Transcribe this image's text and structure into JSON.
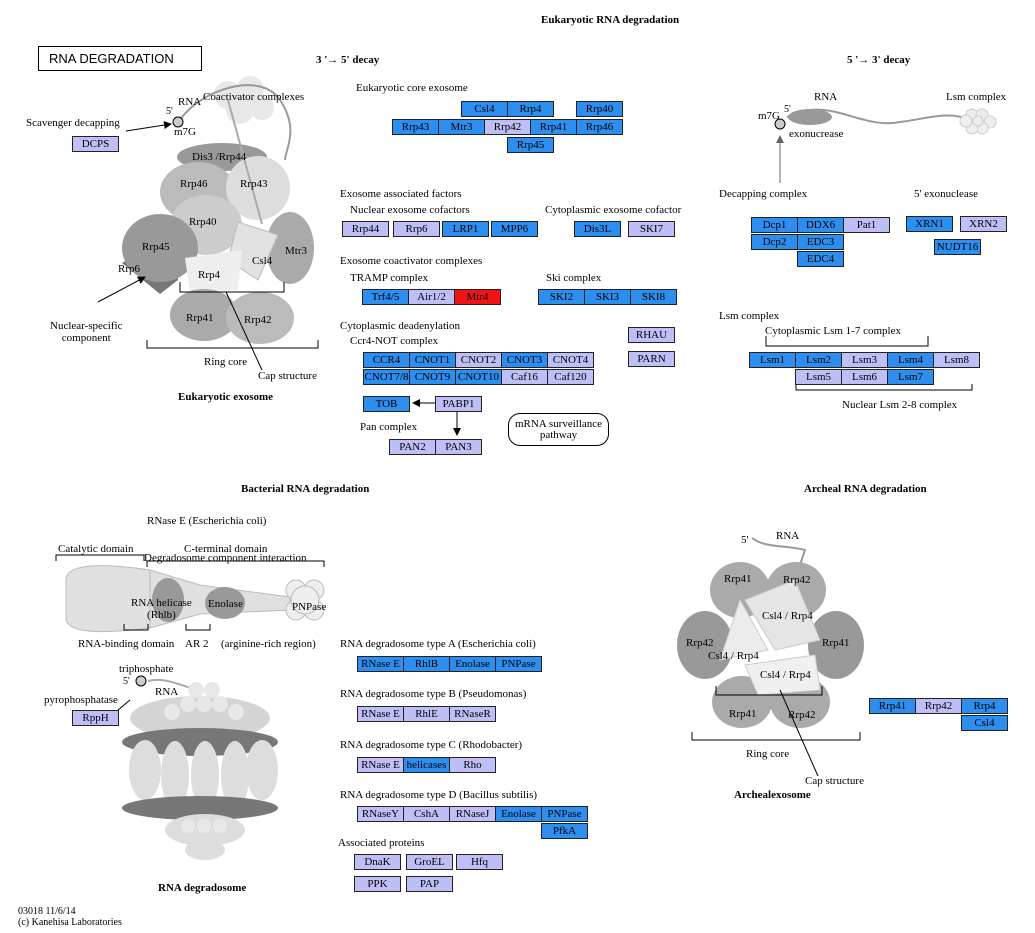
{
  "map_title": "Eukaryotic RNA degradation",
  "map_name": "RNA DEGRADATION",
  "footer": {
    "id_date": "03018 11/6/14",
    "copyright": "(c) Kanehisa Laboratories"
  },
  "colors": {
    "highlight_blue": "#2e8ef0",
    "lavender": "#bfbff7",
    "red": "#f21414"
  },
  "headings": {
    "decay_35": "3 '→ 5' decay",
    "decay_53": "5 '→ 3' decay",
    "bacterial": "Bacterial RNA degradation",
    "archaeal": "Archeal RNA degradation"
  },
  "eukaryotic_exosome": {
    "rna": "RNA",
    "five_prime": "5'",
    "m7g": "m7G",
    "coactivator": "Coactivator complexes",
    "scavenger": "Scavenger decapping",
    "subunits": [
      "Dis3 /Rrp44",
      "Rrp46",
      "Rrp43",
      "Rrp40",
      "Rrp45",
      "Csl4",
      "Mtr3",
      "Rrp6",
      "Rrp4",
      "Rrp41",
      "Rrp42"
    ],
    "nuclear_specific": "Nuclear-specific\ncomponent",
    "ring_core": "Ring core",
    "cap_structure": "Cap structure",
    "caption": "Eukaryotic exosome"
  },
  "labels": {
    "core_exosome": "Eukaryotic core exosome",
    "assoc_factors": "Exosome associated factors",
    "nuclear_cofactors": "Nuclear exosome cofactors",
    "cyto_cofactor": "Cytoplasmic exosome cofactor",
    "coactivator_complexes": "Exosome coactivator complexes",
    "tramp": "TRAMP complex",
    "ski": "Ski complex",
    "cyto_deadenylation": "Cytoplasmic deadenylation",
    "ccr4_not": "Ccr4-NOT complex",
    "pan_complex": "Pan complex",
    "surveillance": "mRNA surveillance\npathway",
    "rna_53": "RNA",
    "lsm_complex_top": "Lsm complex",
    "m7g_53": "m7G",
    "five_53": "5'",
    "exonuclease": "exonucrease",
    "decapping_complex": "Decapping complex",
    "five_exonuclease": "5' exonuclease",
    "lsm_complex": "Lsm complex",
    "cyto_lsm": "Cytoplasmic Lsm 1-7 complex",
    "nuclear_lsm": "Nuclear Lsm 2-8 complex"
  },
  "bacterial": {
    "rnase_e": "RNase E (Escherichia coli)",
    "catalytic": "Catalytic domain",
    "c_terminal": "C-terminal domain",
    "degradosome_interaction": "Degradosome component interaction",
    "helicase": "RNA helicase\n(Rhlb)",
    "enolase": "Enolase",
    "pnpase": "PNPase",
    "rna_binding": "RNA-binding domain",
    "ar2": "AR 2",
    "arginine": "(arginine-rich region)",
    "triphosphate": "triphosphate",
    "pyrophosphatase": "pyrophosphatase",
    "five_prime": "5'",
    "rna": "RNA",
    "caption": "RNA degradosome",
    "type_a": "RNA degradosome type A (Escherichia coli)",
    "type_b": "RNA degradosome type B (Pseudomonas)",
    "type_c": "RNA degradosome type C (Rhodobacter)",
    "type_d": "RNA degradosome type D (Bacillus subtilis)",
    "associated": "Associated proteins"
  },
  "archaeal": {
    "five_prime": "5'",
    "rna": "RNA",
    "rrp41_a": "Rrp41",
    "rrp42_a": "Rrp42",
    "csl4_a": "Csl4 / Rrp4",
    "rrp42_b": "Rrp42",
    "rrp41_b": "Rrp41",
    "csl4_b": "Csl4 / Rrp4",
    "csl4_c": "Csl4 / Rrp4",
    "rrp41_c": "Rrp41",
    "rrp42_c": "Rrp42",
    "ring_core": "Ring core",
    "cap_structure": "Cap structure",
    "caption": "Archealexosome"
  },
  "genes": [
    {
      "label": "DCPS",
      "color": "lavender"
    },
    {
      "label": "Csl4",
      "color": "blue"
    },
    {
      "label": "Rrp4",
      "color": "blue"
    },
    {
      "label": "Rrp40",
      "color": "blue"
    },
    {
      "label": "Rrp43",
      "color": "blue"
    },
    {
      "label": "Mtr3",
      "color": "blue"
    },
    {
      "label": "Rrp42",
      "color": "lavender"
    },
    {
      "label": "Rrp41",
      "color": "blue"
    },
    {
      "label": "Rrp46",
      "color": "blue"
    },
    {
      "label": "Rrp45",
      "color": "blue"
    },
    {
      "label": "Rrp44",
      "color": "lavender"
    },
    {
      "label": "Rrp6",
      "color": "lavender"
    },
    {
      "label": "LRP1",
      "color": "blue"
    },
    {
      "label": "MPP6",
      "color": "blue"
    },
    {
      "label": "Dis3L",
      "color": "blue"
    },
    {
      "label": "SKI7",
      "color": "lavender"
    },
    {
      "label": "Trf4/5",
      "color": "blue"
    },
    {
      "label": "Air1/2",
      "color": "lavender"
    },
    {
      "label": "Mtr4",
      "color": "red"
    },
    {
      "label": "SKI2",
      "color": "blue"
    },
    {
      "label": "SKI3",
      "color": "blue"
    },
    {
      "label": "SKI8",
      "color": "blue"
    },
    {
      "label": "RHAU",
      "color": "lavender"
    },
    {
      "label": "PARN",
      "color": "lavender"
    },
    {
      "label": "CCR4",
      "color": "blue"
    },
    {
      "label": "CNOT1",
      "color": "blue"
    },
    {
      "label": "CNOT2",
      "color": "lavender"
    },
    {
      "label": "CNOT3",
      "color": "blue"
    },
    {
      "label": "CNOT4",
      "color": "lavender"
    },
    {
      "label": "CNOT7/8",
      "color": "blue"
    },
    {
      "label": "CNOT9",
      "color": "blue"
    },
    {
      "label": "CNOT10",
      "color": "blue"
    },
    {
      "label": "Caf16",
      "color": "lavender"
    },
    {
      "label": "Caf120",
      "color": "lavender"
    },
    {
      "label": "TOB",
      "color": "blue"
    },
    {
      "label": "PABP1",
      "color": "lavender"
    },
    {
      "label": "PAN2",
      "color": "lavender"
    },
    {
      "label": "PAN3",
      "color": "lavender"
    },
    {
      "label": "Dcp1",
      "color": "blue"
    },
    {
      "label": "DDX6",
      "color": "blue"
    },
    {
      "label": "Pat1",
      "color": "lavender"
    },
    {
      "label": "Dcp2",
      "color": "blue"
    },
    {
      "label": "EDC3",
      "color": "blue"
    },
    {
      "label": "EDC4",
      "color": "blue"
    },
    {
      "label": "XRN1",
      "color": "blue"
    },
    {
      "label": "XRN2",
      "color": "lavender"
    },
    {
      "label": "NUDT16",
      "color": "blue"
    },
    {
      "label": "Lsm1",
      "color": "blue"
    },
    {
      "label": "Lsm2",
      "color": "blue"
    },
    {
      "label": "Lsm3",
      "color": "lavender"
    },
    {
      "label": "Lsm4",
      "color": "blue"
    },
    {
      "label": "Lsm8",
      "color": "lavender"
    },
    {
      "label": "Lsm5",
      "color": "lavender"
    },
    {
      "label": "Lsm6",
      "color": "lavender"
    },
    {
      "label": "Lsm7",
      "color": "blue"
    },
    {
      "label": "RNase E",
      "color": "blue"
    },
    {
      "label": "RhlB",
      "color": "blue"
    },
    {
      "label": "Enolase",
      "color": "blue"
    },
    {
      "label": "PNPase",
      "color": "blue"
    },
    {
      "label": "RNase E",
      "color": "lavender"
    },
    {
      "label": "RhlE",
      "color": "lavender"
    },
    {
      "label": "RNaseR",
      "color": "lavender"
    },
    {
      "label": "RNase E",
      "color": "lavender"
    },
    {
      "label": "helicases",
      "color": "blue"
    },
    {
      "label": "Rho",
      "color": "lavender"
    },
    {
      "label": "RNaseY",
      "color": "lavender"
    },
    {
      "label": "CshA",
      "color": "lavender"
    },
    {
      "label": "RNaseJ",
      "color": "lavender"
    },
    {
      "label": "Enolase",
      "color": "blue"
    },
    {
      "label": "PNPase",
      "color": "blue"
    },
    {
      "label": "PfkA",
      "color": "blue"
    },
    {
      "label": "DnaK",
      "color": "lavender"
    },
    {
      "label": "GroEL",
      "color": "lavender"
    },
    {
      "label": "Hfq",
      "color": "lavender"
    },
    {
      "label": "PPK",
      "color": "lavender"
    },
    {
      "label": "PAP",
      "color": "lavender"
    },
    {
      "label": "RppH",
      "color": "lavender"
    },
    {
      "label": "Rrp41",
      "color": "blue"
    },
    {
      "label": "Rrp42",
      "color": "lavender"
    },
    {
      "label": "Rrp4",
      "color": "blue"
    },
    {
      "label": "Csl4",
      "color": "blue"
    }
  ]
}
